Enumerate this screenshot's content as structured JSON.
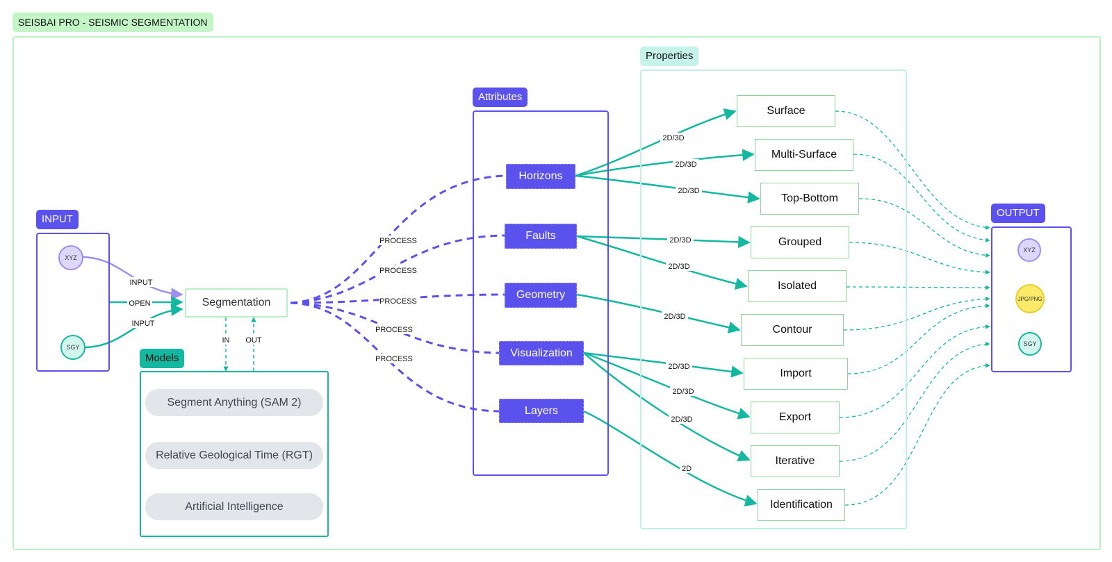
{
  "title": "SEISBAI PRO - SEISMIC SEGMENTATION",
  "input": {
    "label": "INPUT",
    "nodes": [
      "XYZ",
      "SGY"
    ],
    "edges": [
      "INPUT",
      "OPEN",
      "INPUT"
    ]
  },
  "segmentation": {
    "label": "Segmentation",
    "in_label": "IN",
    "out_label": "OUT"
  },
  "models": {
    "label": "Models",
    "items": [
      "Segment Anything (SAM 2)",
      "Relative Geological Time (RGT)",
      "Artificial Intelligence"
    ]
  },
  "attributes": {
    "label": "Attributes",
    "items": [
      "Horizons",
      "Faults",
      "Geometry",
      "Visualization",
      "Layers"
    ],
    "process_label": "PROCESS"
  },
  "properties": {
    "label": "Properties",
    "items": [
      "Surface",
      "Multi-Surface",
      "Top-Bottom",
      "Grouped",
      "Isolated",
      "Contour",
      "Import",
      "Export",
      "Iterative",
      "Identification"
    ]
  },
  "edge_labels": [
    "2D/3D",
    "2D/3D",
    "2D/3D",
    "2D/3D",
    "2D/3D",
    "2D/3D",
    "2D/3D",
    "2D/3D",
    "2D/3D",
    "2D"
  ],
  "output": {
    "label": "OUTPUT",
    "nodes": [
      "XYZ",
      "JPG/PNG",
      "SGY"
    ]
  },
  "colors": {
    "purple": "#5b51ec",
    "teal": "#14b8a0",
    "light_purple": "#9b8ff0",
    "green_frame": "#b9f0c3",
    "title_bg": "#c3f5c7",
    "properties_tag_bg": "#c5f3ea",
    "models_tag_bg": "#14b8a0",
    "pill_bg": "#e2e5e9",
    "xyz_fill": "#ddd8fb",
    "jpg_fill": "#fde96a",
    "sgy_fill": "#d2f6ee"
  },
  "icons": {
    "arrow": "arrowhead-icon"
  }
}
